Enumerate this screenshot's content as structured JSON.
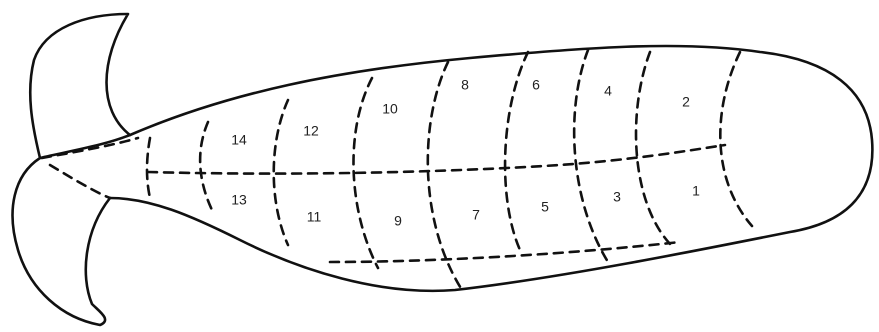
{
  "diagram": {
    "segments": [
      {
        "label": "1"
      },
      {
        "label": "2"
      },
      {
        "label": "3"
      },
      {
        "label": "4"
      },
      {
        "label": "5"
      },
      {
        "label": "6"
      },
      {
        "label": "7"
      },
      {
        "label": "8"
      },
      {
        "label": "9"
      },
      {
        "label": "10"
      },
      {
        "label": "11"
      },
      {
        "label": "12"
      },
      {
        "label": "13"
      },
      {
        "label": "14"
      }
    ],
    "colors": {
      "stroke": "#111111",
      "background": "#ffffff",
      "text": "#222222"
    }
  }
}
